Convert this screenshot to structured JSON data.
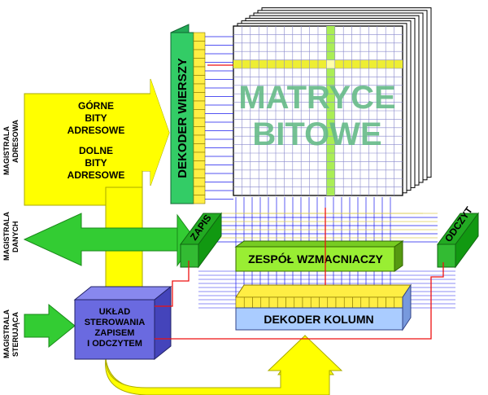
{
  "buses": {
    "address": [
      "MAGISTRALA",
      "ADRESOWA"
    ],
    "data": [
      "MAGISTRALA",
      "DANYCH"
    ],
    "control": [
      "MAGISTRALA",
      "STERUJĄCA"
    ]
  },
  "address_arrow": {
    "upper_bits": [
      "GÓRNE",
      "BITY",
      "ADRESOWE"
    ],
    "lower_bits": [
      "DOLNE",
      "BITY",
      "ADRESOWE"
    ]
  },
  "row_decoder": {
    "label": "DEKODER WIERSZY"
  },
  "matrix": {
    "label": [
      "MATRYCE",
      "BITOWE"
    ]
  },
  "write_block": {
    "label": "ZAPIS"
  },
  "read_block": {
    "label": "ODCZYT"
  },
  "sense_amps": {
    "label": "ZESPÓŁ WZMACNIACZY"
  },
  "column_decoder": {
    "label": "DEKODER KOLUMN"
  },
  "control_unit": {
    "label": [
      "UKŁAD",
      "STEROWANIA",
      "ZAPISEM",
      "I ODCZYTEM"
    ]
  },
  "colors": {
    "yellow": "#ffff00",
    "green": "#33cc33",
    "light_green": "#99ee33",
    "blue_line": "#1a1aee",
    "red_line": "#ee1111",
    "cell_yellow": "#ffee44",
    "decoder_blue": "#aaccff",
    "unit_violet": "#6a6ae0",
    "matrix_text": "#66bb88"
  }
}
